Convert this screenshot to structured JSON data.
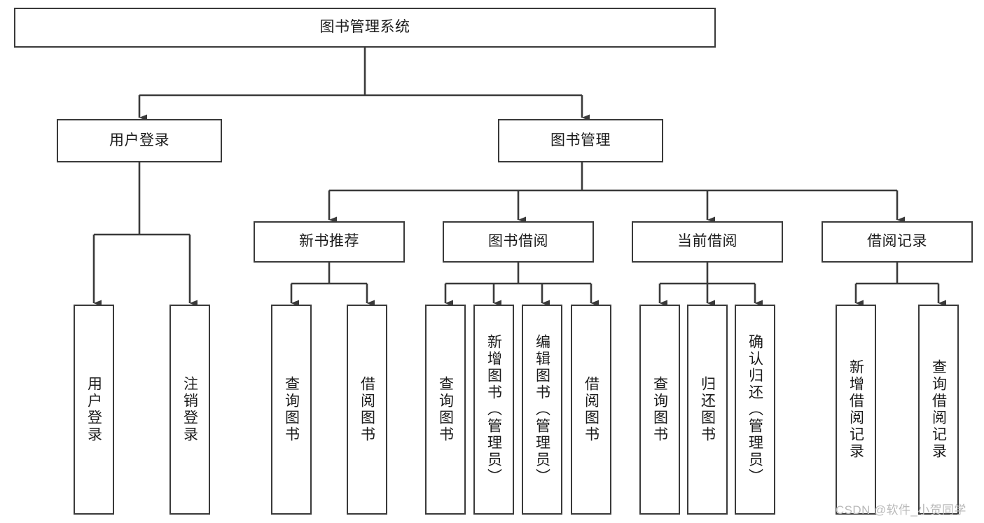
{
  "diagram": {
    "title": "图书管理系统",
    "root": {
      "label": "图书管理系统"
    },
    "level2": [
      {
        "label": "用户登录"
      },
      {
        "label": "图书管理"
      }
    ],
    "level3": [
      {
        "label": "新书推荐"
      },
      {
        "label": "图书借阅"
      },
      {
        "label": "当前借阅"
      },
      {
        "label": "借阅记录"
      }
    ],
    "leaves": {
      "user_login": [
        {
          "label": "用户登录"
        },
        {
          "label": "注销登录"
        }
      ],
      "new_book_recommend": [
        {
          "label": "查询图书"
        },
        {
          "label": "借阅图书"
        }
      ],
      "book_borrow": [
        {
          "label": "查询图书"
        },
        {
          "label": "新增图书（管理员）"
        },
        {
          "label": "编辑图书（管理员）"
        },
        {
          "label": "借阅图书"
        }
      ],
      "current_borrow": [
        {
          "label": "查询图书"
        },
        {
          "label": "归还图书"
        },
        {
          "label": "确认归还（管理员）"
        }
      ],
      "borrow_record": [
        {
          "label": "新增借阅记录"
        },
        {
          "label": "查询借阅记录"
        }
      ]
    }
  },
  "watermark": {
    "text": "CSDN @软件_小贺同学",
    "color": "#b9b9b9"
  },
  "style": {
    "border_color": "#3a3a3a",
    "background": "#ffffff",
    "text_color": "#1b1b1b",
    "connector_color": "#3a3a3a"
  }
}
